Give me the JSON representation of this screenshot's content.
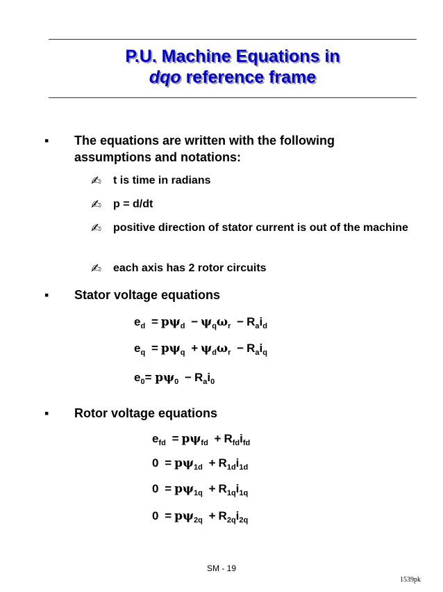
{
  "title": {
    "line1": "P.U. Machine Equations in",
    "line2_italic": "dqo",
    "line2_rest": " reference frame"
  },
  "bullets": [
    {
      "text": "The equations are written with the following assumptions and notations:"
    },
    {
      "text": "Stator voltage equations"
    },
    {
      "text": "Rotor voltage equations"
    }
  ],
  "sub_bullets": [
    {
      "text": "t is time in radians"
    },
    {
      "text": "p = d/dt"
    },
    {
      "text": "positive direction of stator current is out of the machine"
    },
    {
      "text": "each axis has 2 rotor circuits"
    }
  ],
  "icons": {
    "bullet": "square-bullet-icon",
    "sub_bullet": "writing-hand-icon"
  },
  "colors": {
    "title": "#0000c8",
    "title_shadow": "#9a9a9a",
    "text": "#000000"
  },
  "symbols": {
    "psi": "ψ",
    "omega": "ω",
    "equals": "=",
    "minus": "−",
    "plus": "+"
  },
  "stator_equations": {
    "ed": {
      "lhs": "e",
      "lhs_sub": "d",
      "p1": "pψ",
      "p1_sub": "d",
      "p2": "ψ",
      "p2_sub": "q",
      "w": "ω",
      "w_sub": "r",
      "r": "R",
      "r_sub": "a",
      "i": "i",
      "i_sub": "d"
    },
    "eq": {
      "lhs": "e",
      "lhs_sub": "q",
      "p1": "pψ",
      "p1_sub": "q",
      "p2": "ψ",
      "p2_sub": "d",
      "w": "ω",
      "w_sub": "r",
      "r": "R",
      "r_sub": "a",
      "i": "i",
      "i_sub": "q"
    },
    "e0": {
      "lhs": "e",
      "lhs_sub": "0",
      "p1": "pψ",
      "p1_sub": "0",
      "r": "R",
      "r_sub": "a",
      "i": "i",
      "i_sub": "0"
    }
  },
  "rotor_equations": [
    {
      "lhs": "e",
      "lhs_sub": "fd",
      "p": "pψ",
      "p_sub": "fd",
      "r": "R",
      "r_sub": "fd",
      "i": "i",
      "i_sub": "fd"
    },
    {
      "lhs": "0",
      "lhs_sub": "",
      "p": "pψ",
      "p_sub": "1d",
      "r": "R",
      "r_sub": "1d",
      "i": "i",
      "i_sub": "1d"
    },
    {
      "lhs": "0",
      "lhs_sub": "",
      "p": "pψ",
      "p_sub": "1q",
      "r": "R",
      "r_sub": "1q",
      "i": "i",
      "i_sub": "1q"
    },
    {
      "lhs": "0",
      "lhs_sub": "",
      "p": "pψ",
      "p_sub": "2q",
      "r": "R",
      "r_sub": "2q",
      "i": "i",
      "i_sub": "2q"
    }
  ],
  "footer": {
    "page": "SM - 19",
    "code": "1539pk"
  }
}
